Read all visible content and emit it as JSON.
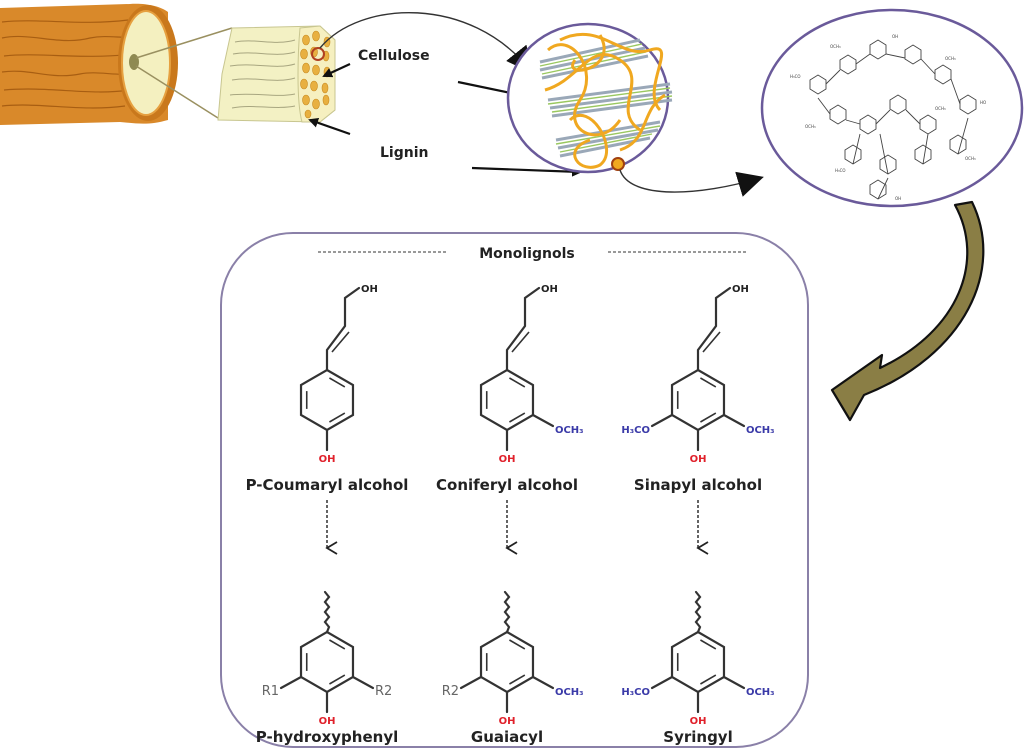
{
  "labels": {
    "cellulose": "Cellulose",
    "lignin": "Lignin",
    "monolignols_title": "Monolignols"
  },
  "monolignols": [
    {
      "name": "P-Coumaryl alcohol",
      "top": "OH",
      "bottom": "OH",
      "left_sub": "",
      "right_sub": ""
    },
    {
      "name": "Coniferyl alcohol",
      "top": "OH",
      "bottom": "OH",
      "left_sub": "",
      "right_sub": "OCH3"
    },
    {
      "name": "Sinapyl alcohol",
      "top": "OH",
      "bottom": "OH",
      "left_sub": "H3CO",
      "right_sub": "OCH3"
    }
  ],
  "units": [
    {
      "name": "P-hydroxyphenyl",
      "bottom": "OH",
      "left_sub": "R1",
      "right_sub": "R2"
    },
    {
      "name": "Guaiacyl",
      "bottom": "OH",
      "left_sub": "R2",
      "right_sub": "OCH3"
    },
    {
      "name": "Syringyl",
      "bottom": "OH",
      "left_sub": "H3CO",
      "right_sub": "OCH3"
    }
  ],
  "colors": {
    "wood": "#d9892a",
    "wood_dark": "#b86a18",
    "wood_face": "#f4f0c0",
    "fiber": "#f3f1c4",
    "fibril": "#f0b030",
    "ellipse_border": "#6a5a9a",
    "big_arrow": "#8a7e45",
    "hydroxyl": "#e0202a",
    "methoxy": "#3a3aa8",
    "box_border": "#8a80a8"
  }
}
